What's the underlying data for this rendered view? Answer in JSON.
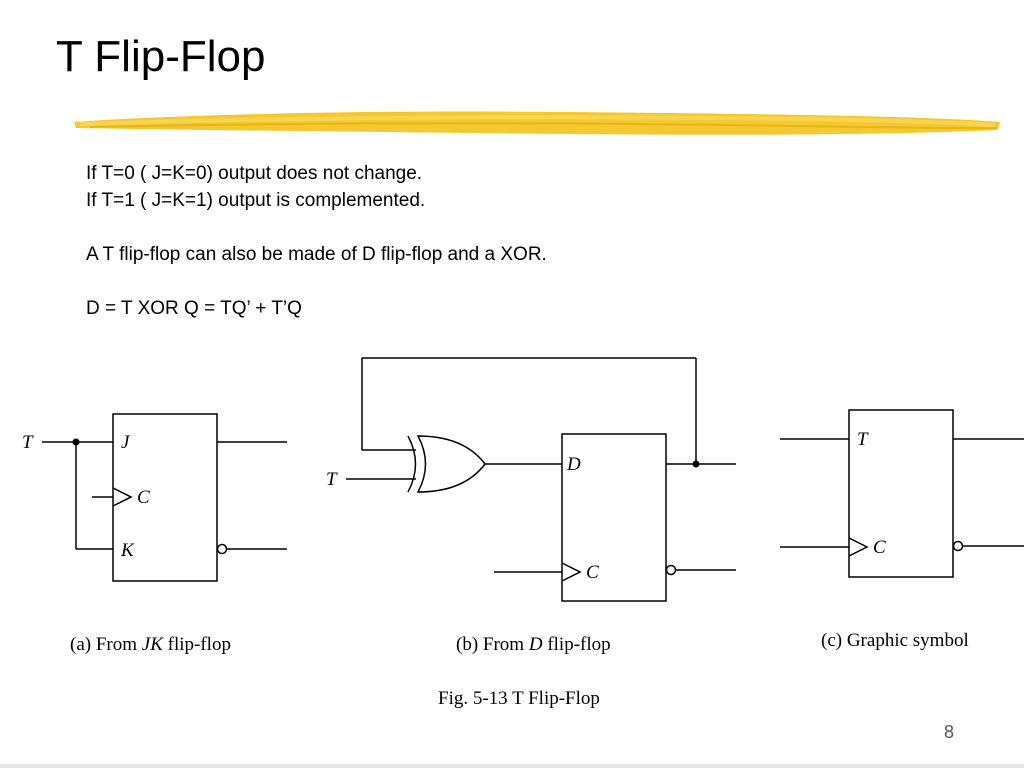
{
  "slide": {
    "title": "T Flip-Flop",
    "page_number": "8",
    "accent_color": "#f2c200"
  },
  "body": {
    "line1": "If T=0 ( J=K=0) output does not change.",
    "line2": "If T=1 ( J=K=1) output is complemented.",
    "line3": "A T flip-flop can also be made of D flip-flop and a XOR.",
    "line4": "D = T XOR Q = TQ’ + T’Q"
  },
  "figure": {
    "a": {
      "input_label": "T",
      "pin_j": "J",
      "pin_c": "C",
      "pin_k": "K",
      "caption_prefix": "(a) From ",
      "caption_em": "JK",
      "caption_suffix": " flip-flop"
    },
    "b": {
      "input_label": "T",
      "pin_d": "D",
      "pin_c": "C",
      "caption_prefix": "(b) From ",
      "caption_em": "D",
      "caption_suffix": " flip-flop"
    },
    "c": {
      "pin_t": "T",
      "pin_c": "C",
      "caption": "(c) Graphic symbol"
    },
    "caption": "Fig. 5-13  T Flip-Flop"
  }
}
